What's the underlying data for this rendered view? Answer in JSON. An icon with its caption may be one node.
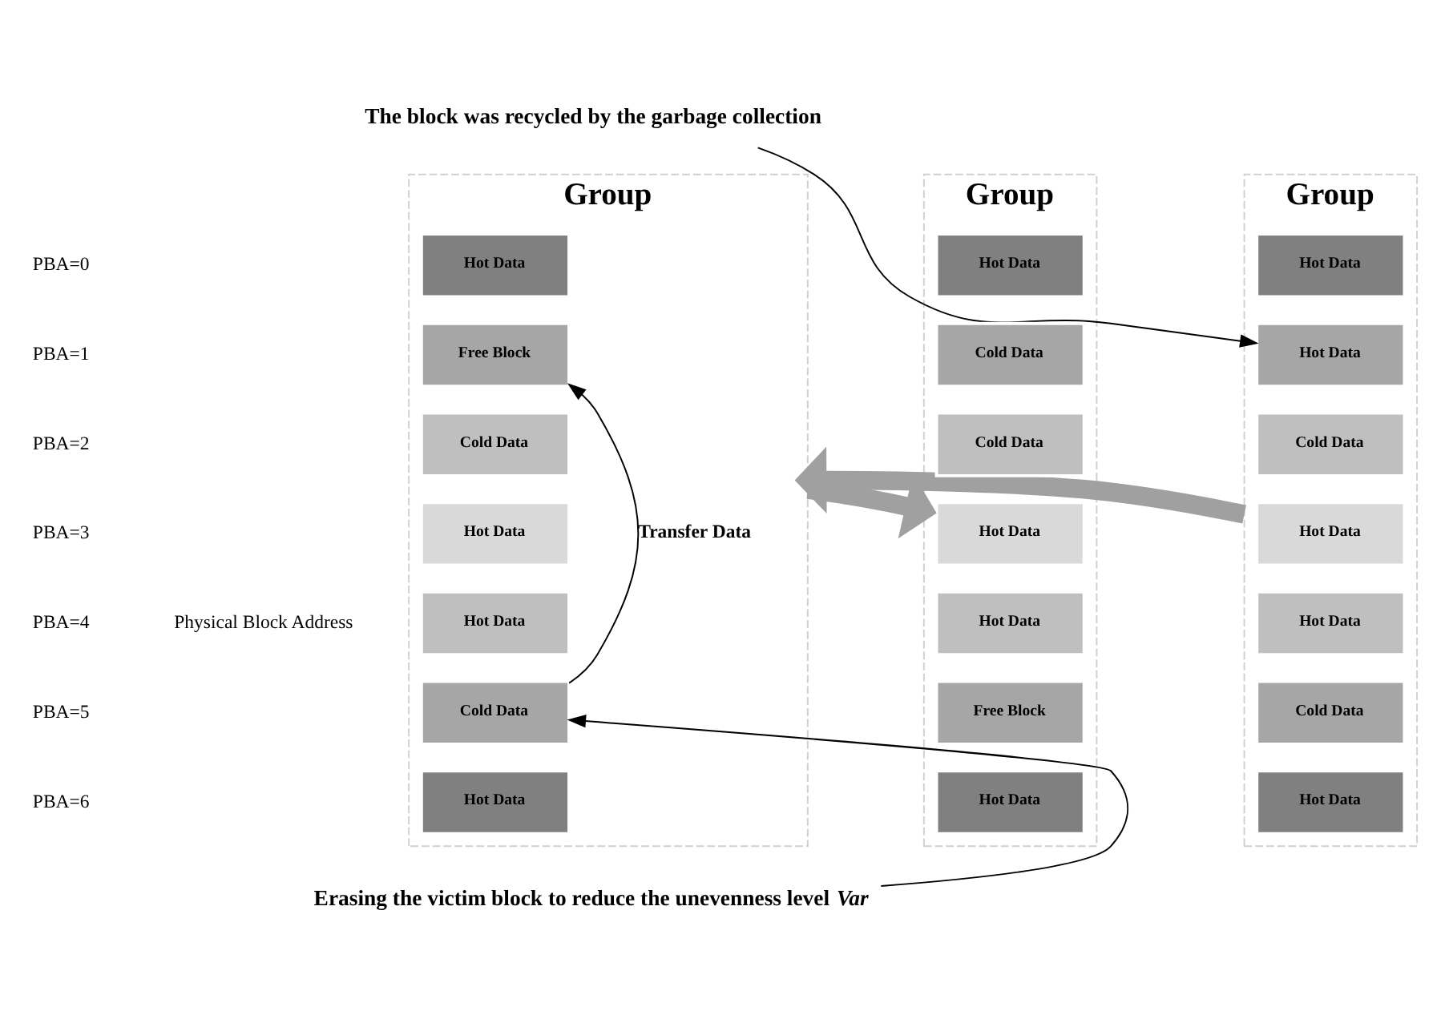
{
  "diagram": {
    "nodes": [
      {
        "text": [
          "The block was recycled by the garbage collection"
        ]
      },
      {
        "text": [
          "Group"
        ]
      },
      {
        "text": [
          "Hot Data"
        ],
        "in": 1
      },
      {
        "text": [
          "Hot Data"
        ],
        "in": 1
      },
      {
        "text": [
          "Cold Data"
        ],
        "in": 1
      },
      {
        "text": [
          "Hot Data"
        ],
        "in": 1
      },
      {
        "text": [
          "Hot Data"
        ],
        "in": 1
      },
      {
        "text": [
          "Cold Data"
        ],
        "in": 1
      },
      {
        "text": [
          "Hot Data"
        ],
        "in": 1
      },
      {
        "text": [
          "Group"
        ]
      },
      {
        "text": [
          "Hot Data"
        ],
        "in": 9
      },
      {
        "text": [
          "Free Block"
        ],
        "in": 9
      },
      {
        "text": [
          "Cold Data"
        ],
        "in": 9
      },
      {
        "text": [
          "Hot Data"
        ],
        "in": 9
      },
      {
        "text": [
          "Hot Data"
        ],
        "in": 9
      },
      {
        "text": [
          "Cold Data"
        ],
        "in": 9
      },
      {
        "text": [
          "Hot Data"
        ],
        "in": 9
      },
      {
        "text": [
          "Group"
        ]
      },
      {
        "text": [
          "Hot Data"
        ],
        "in": 17
      },
      {
        "text": [
          "Cold Data"
        ],
        "in": 17
      },
      {
        "text": [
          "Cold Data"
        ],
        "in": 17
      },
      {
        "text": [
          "Hot Data"
        ],
        "in": 17
      },
      {
        "text": [
          "Hot Data"
        ],
        "in": 17
      },
      {
        "text": [
          "Free Block"
        ],
        "in": 17
      },
      {
        "text": [
          "Hot Data"
        ],
        "in": 17
      },
      {
        "text": [
          "Erasing the victim block to reduce the unevenness level *Var*"
        ]
      }
    ],
    "edges": [
      {
        "from": 0,
        "to": 3,
        "arrow": "to"
      },
      {
        "from": 1,
        "to": 9,
        "arrow": "to",
        "style": "thick",
        "color": "#a0a0a0"
      },
      {
        "from": 9,
        "to": 17,
        "arrow": "to",
        "style": "thick",
        "color": "#a0a0a0"
      },
      {
        "from": 15,
        "to": 11,
        "arrow": "to",
        "label": "Transfer Data"
      },
      {
        "from": 25,
        "to": 15,
        "arrow": "to"
      }
    ],
    "labels": [
      "PBA=0",
      "PBA=1",
      "PBA=2",
      "PBA=3",
      "PBA=4",
      "PBA=5",
      "PBA=6",
      "Physical Block Address"
    ]
  }
}
